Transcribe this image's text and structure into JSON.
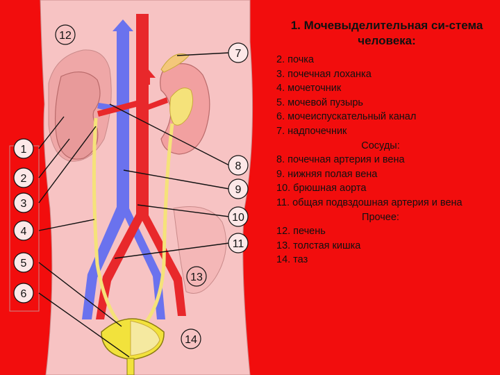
{
  "title": "1. Мочевыделительная си-стема человека:",
  "legend": {
    "items": [
      "2. почка",
      "3. почечная лоханка",
      "4. мочеточник",
      "5. мочевой пузырь",
      "6. мочеиспускательный канал",
      "7. надпочечник"
    ],
    "vessels_heading": "Сосуды:",
    "vessels": [
      "8. почечная артерия и вена",
      "9. нижняя полая вена",
      "10. брюшная аорта",
      "11. общая подвздошная артерия и вена"
    ],
    "other_heading": "Прочее:",
    "other": [
      "12. печень",
      "13. толстая кишка",
      "14. таз"
    ]
  },
  "labels": {
    "n1": "1",
    "n2": "2",
    "n3": "3",
    "n4": "4",
    "n5": "5",
    "n6": "6",
    "n7": "7",
    "n8": "8",
    "n9": "9",
    "n10": "10",
    "n11": "11",
    "n12": "12",
    "n13": "13",
    "n14": "14"
  },
  "colors": {
    "background": "#f20d0d",
    "body": "#f7c3c3",
    "kidney": "#e89a9a",
    "artery": "#e8282b",
    "vein": "#6a72ee",
    "ureter": "#f5e27a",
    "bladder": "#f2e23c"
  }
}
